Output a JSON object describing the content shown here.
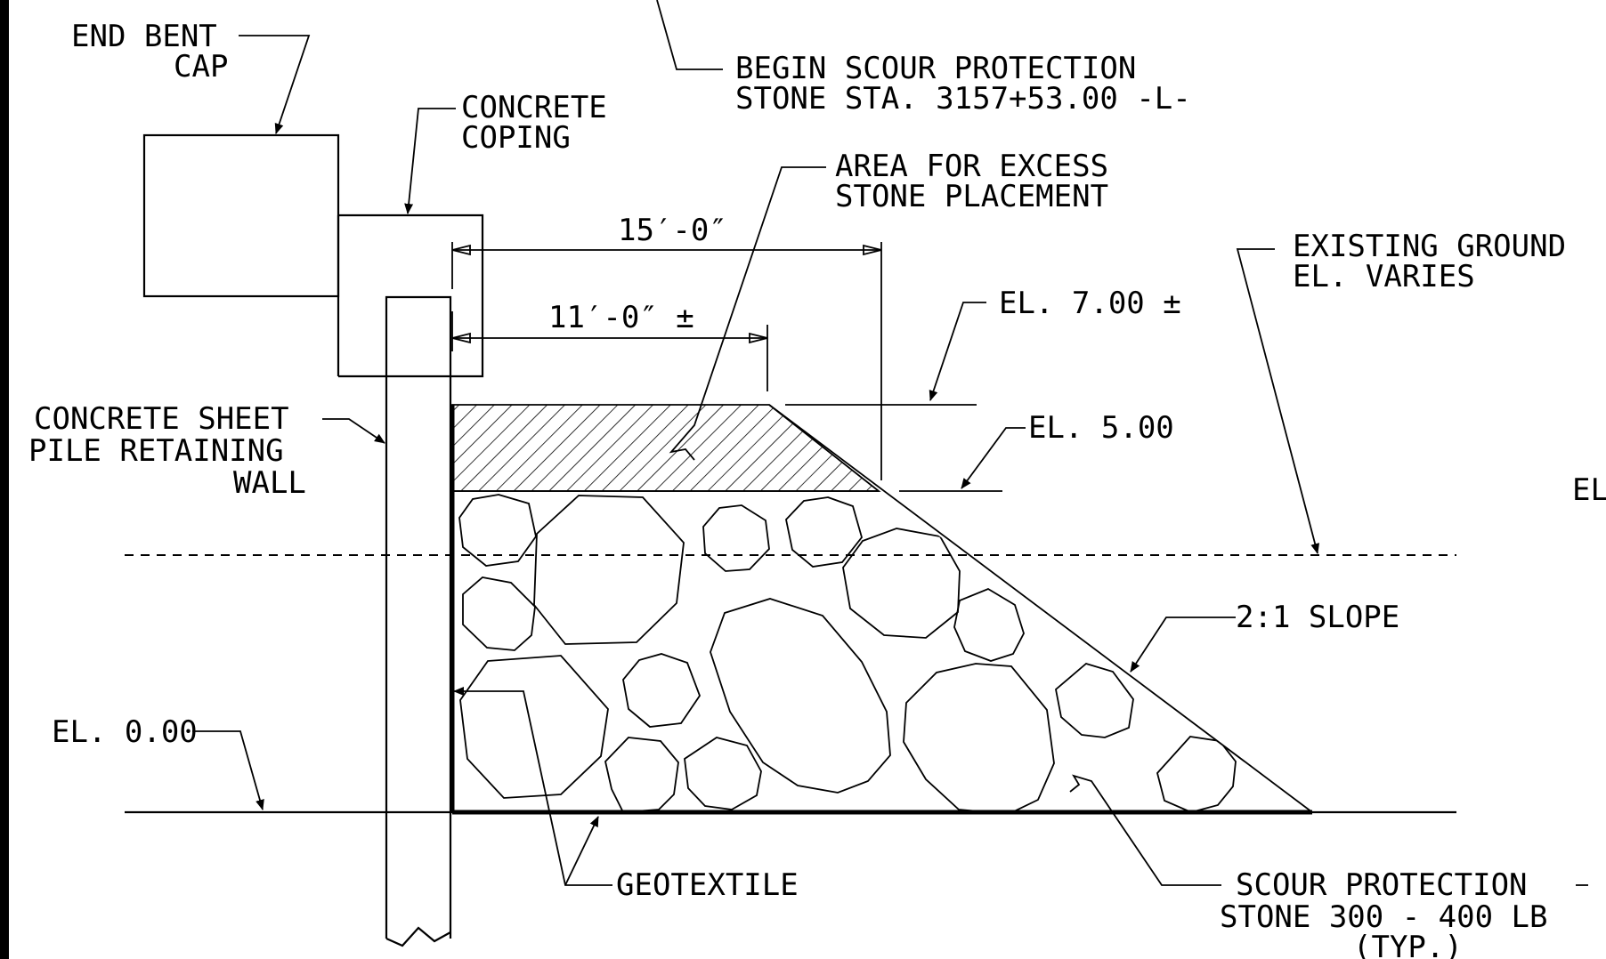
{
  "labels": {
    "end_bent_cap_1": "END BENT",
    "end_bent_cap_2": "CAP",
    "begin_scour_1": "BEGIN SCOUR PROTECTION",
    "begin_scour_2": "STONE STA. 3157+53.00 -L-",
    "concrete_coping_1": "CONCRETE",
    "concrete_coping_2": "COPING",
    "excess_stone_1": "AREA FOR EXCESS",
    "excess_stone_2": "STONE PLACEMENT",
    "dim_15": "15′-0″",
    "dim_11": "11′-0″ ±",
    "existing_ground_1": "EXISTING GROUND",
    "existing_ground_2": "EL. VARIES",
    "el_7": "EL. 7.00  ±",
    "el_5": "EL. 5.00",
    "el_cut": "EL",
    "sheet_pile_1": "CONCRETE SHEET",
    "sheet_pile_2": "PILE RETAINING",
    "sheet_pile_3": "WALL",
    "slope": "2:1 SLOPE",
    "el_0": "EL. 0.00",
    "geotextile": "GEOTEXTILE",
    "scour_stone_1": "SCOUR PROTECTION",
    "scour_stone_2": "STONE 300 - 400 LB",
    "scour_stone_3": "(TYP.)"
  }
}
